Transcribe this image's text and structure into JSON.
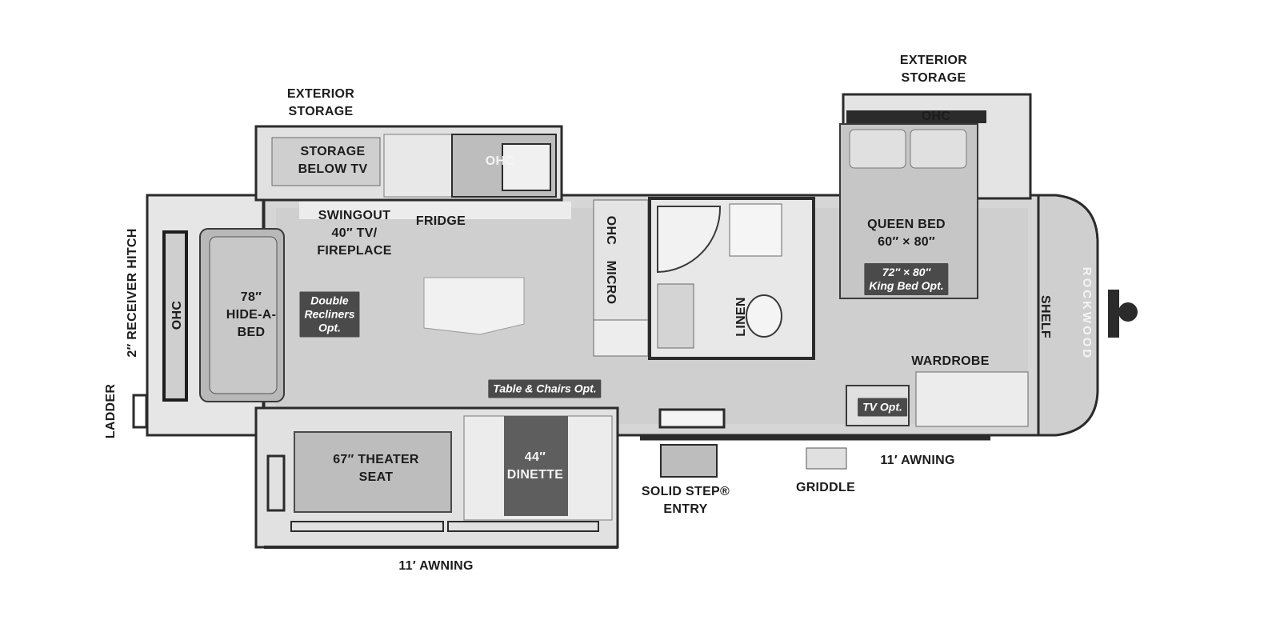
{
  "labels": {
    "exterior_storage_left": "EXTERIOR\nSTORAGE",
    "exterior_storage_right": "EXTERIOR\nSTORAGE",
    "storage_below_tv": "STORAGE\nBELOW TV",
    "ohc_kitchen": "OHC",
    "ohc_bedroom": "OHC",
    "ohc_rear": "OHC",
    "ohc_micro": "OHC",
    "micro": "MICRO",
    "swingout_tv": "SWINGOUT\n40″ TV/\nFIREPLACE",
    "fridge": "FRIDGE",
    "hide_a_bed": "78″\nHIDE-A-\nBED",
    "receiver_hitch": "2″ RECEIVER HITCH",
    "ladder": "LADDER",
    "theater_seat": "67″ THEATER\nSEAT",
    "dinette": "44″\nDINETTE",
    "awning_left": "11′ AWNING",
    "awning_right": "11′ AWNING",
    "solid_step": "SOLID STEP®\nENTRY",
    "griddle": "GRIDDLE",
    "linen": "LINEN",
    "queen_bed": "QUEEN BED\n60″ × 80″",
    "shelf": "SHELF",
    "wardrobe": "WARDROBE",
    "brand": "ROCKWOOD"
  },
  "options": {
    "double_recliners": "Double\nRecliners\nOpt.",
    "table_chairs": "Table & Chairs Opt.",
    "king_bed": "72″ × 80″\nKing Bed Opt.",
    "tv": "TV Opt."
  },
  "colors": {
    "floor": "#d9d9d9",
    "wall": "#2b2b2b",
    "tag_bg": "#4a4a4a",
    "dinette_table": "#5e5e5e"
  }
}
